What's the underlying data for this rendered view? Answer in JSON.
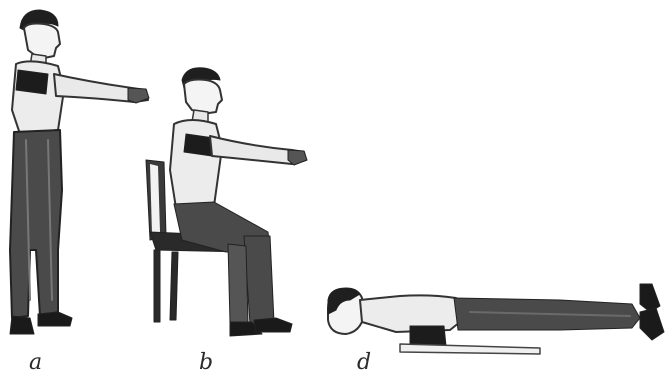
{
  "figure": {
    "panels": [
      {
        "id": "a",
        "caption": "a",
        "posture": "standing"
      },
      {
        "id": "b",
        "caption": "b",
        "posture": "sitting"
      },
      {
        "id": "d",
        "caption": "d",
        "posture": "lying"
      }
    ]
  }
}
